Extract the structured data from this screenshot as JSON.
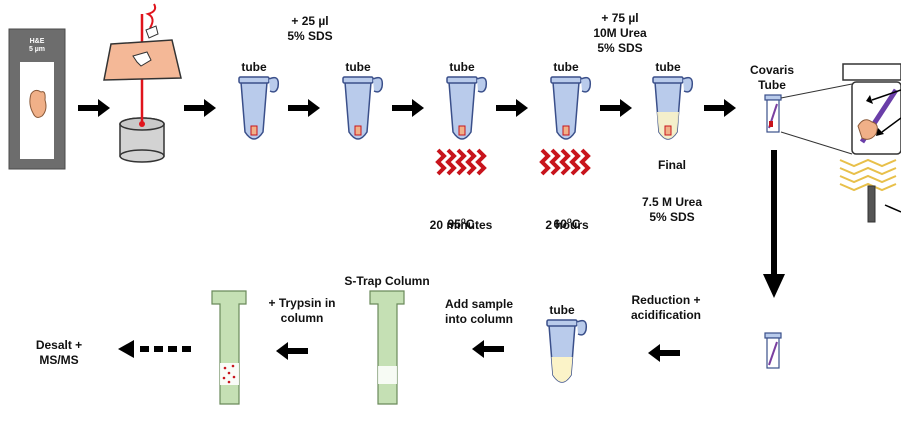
{
  "slide": {
    "stain": "H&E",
    "thickness": "5 µm"
  },
  "tube_label": "tube",
  "labels": {
    "add_sds": "+ 25 µl\n5% SDS",
    "heat_95_temp": "95",
    "heat_95_unit": "C",
    "heat_95_time": "20 minutes",
    "heat_60_temp": "60",
    "heat_60_unit": "C",
    "heat_60_time": "2 hours",
    "add_urea": "+ 75 µl\n10M Urea\n5% SDS",
    "final_title": "Final",
    "final_conc": "7.5 M Urea\n5% SDS",
    "covaris": "Covaris\nTube",
    "reduction": "Reduction +\nacidification",
    "add_sample": "Add sample\ninto column",
    "strap": "S-Trap Column",
    "trypsin": "+ Trypsin in\ncolumn",
    "desalt": "Desalt +\nMS/MS"
  },
  "colors": {
    "arrow": "#000000",
    "tube_body": "#b9cbeb",
    "tube_outline": "#3a4f8a",
    "heat_wave": "#c8141c",
    "column": "#c5e0b4",
    "column_outline": "#6a8a5a",
    "tissue": "#f0b088",
    "laser": "#e0141c",
    "slide_frame": "#6d6d6d",
    "sonication": "#e8c04a",
    "sample_liquid": "#fbf3c8"
  }
}
